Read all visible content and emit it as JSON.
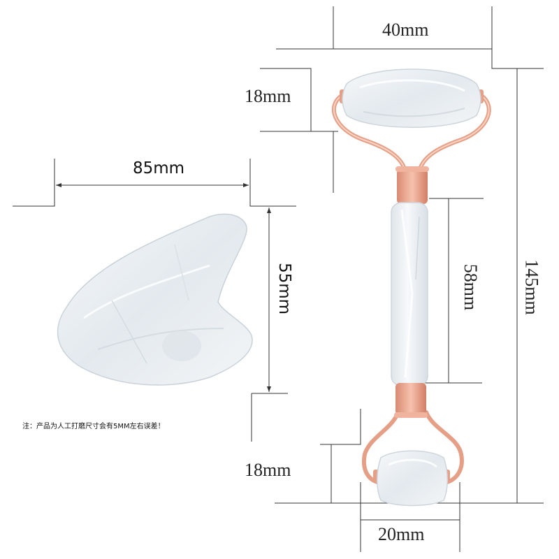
{
  "gua_sha": {
    "width_label": "85mm",
    "height_label": "55mm"
  },
  "roller": {
    "top_width_label": "40mm",
    "top_height_label": "18mm",
    "handle_length_label": "58mm",
    "total_length_label": "145mm",
    "bottom_height_label": "18mm",
    "bottom_width_label": "20mm"
  },
  "note": "注：产品为人工打磨尺寸会有5MM左右误差！",
  "colors": {
    "background": "#ffffff",
    "dimension_line": "#333333",
    "rose_gold": "#e8a088",
    "crystal": "#e9eef2"
  }
}
